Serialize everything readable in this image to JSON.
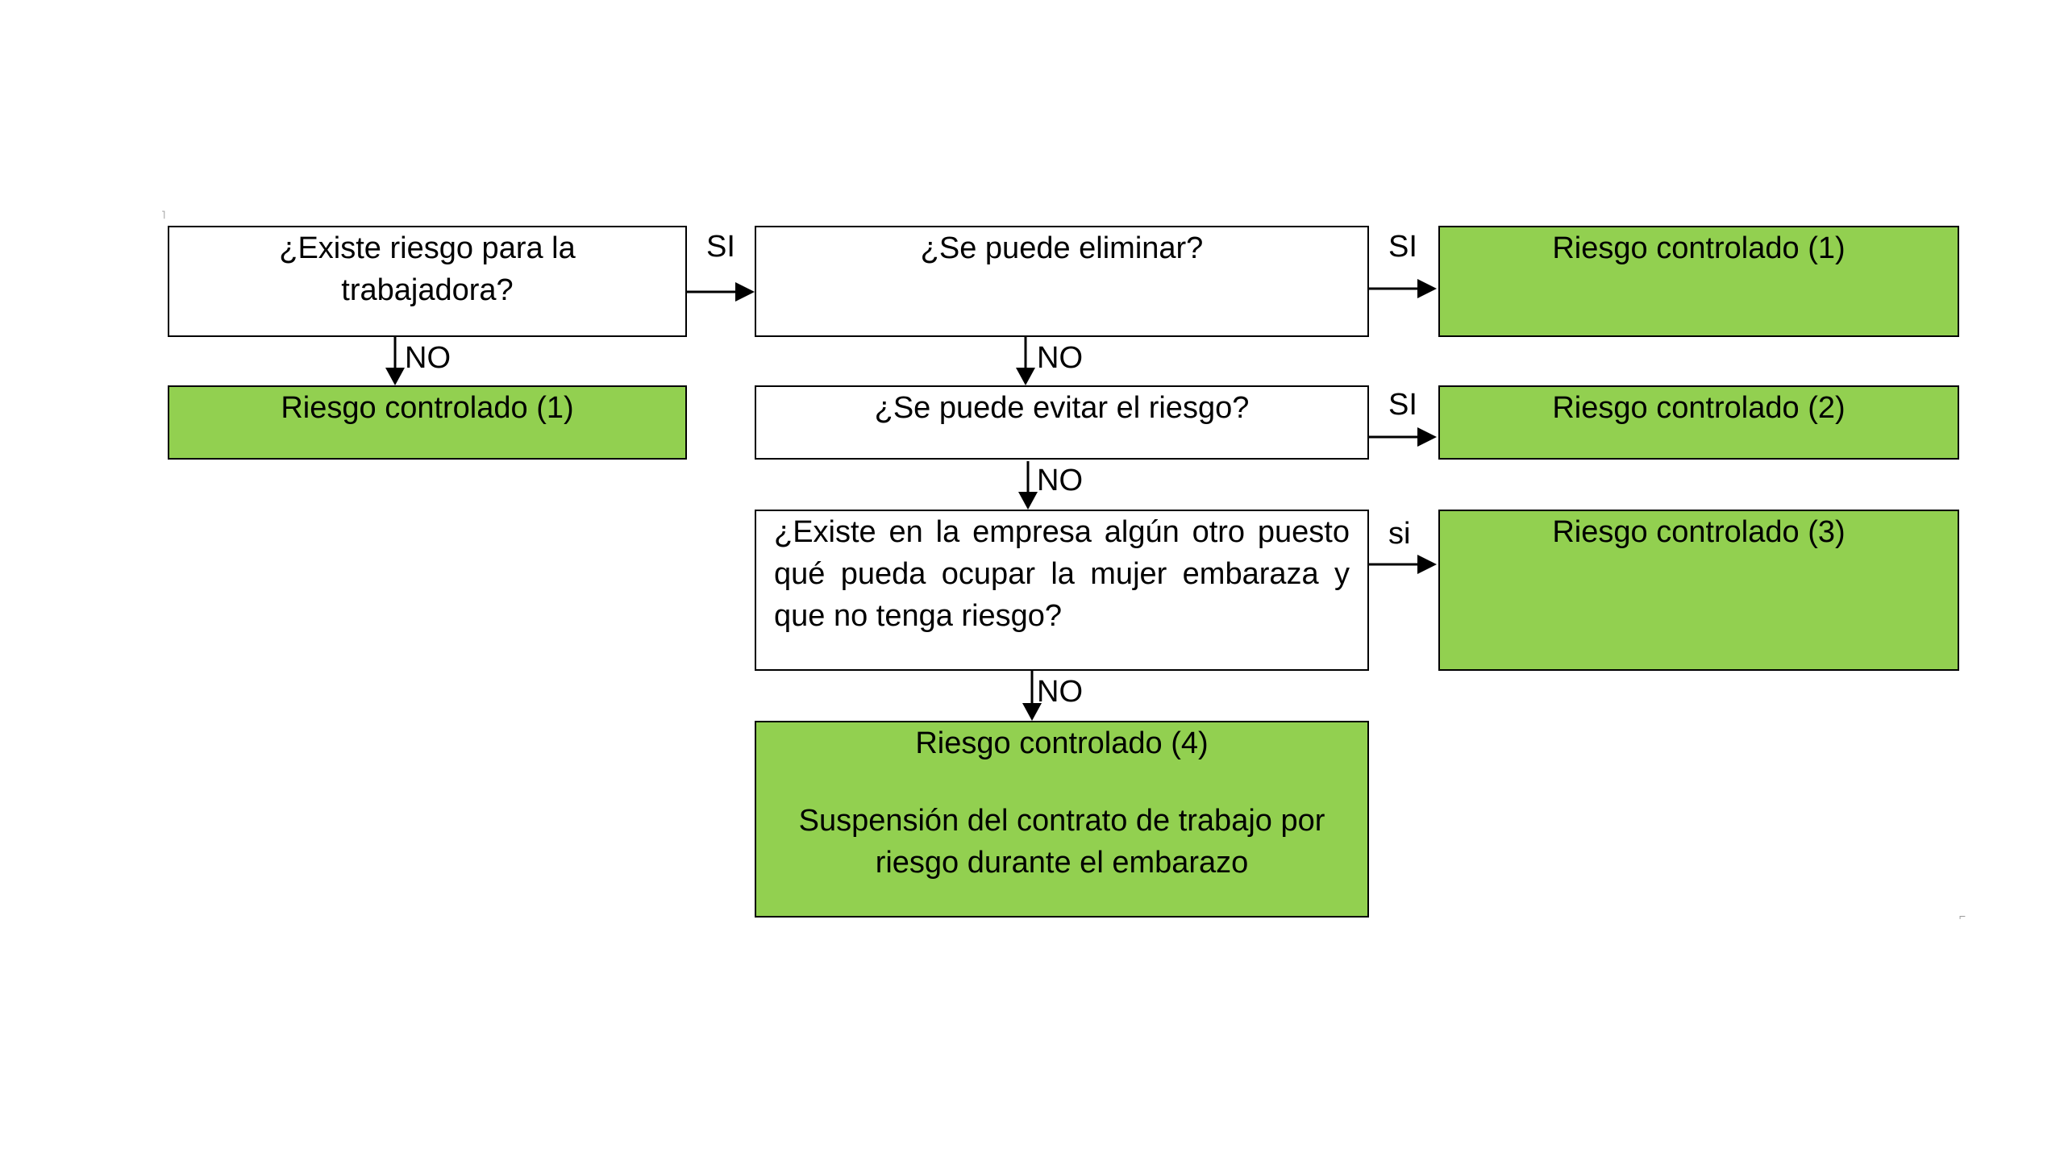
{
  "colors": {
    "box_fill": "#ffffff",
    "controlled_fill": "#92d050",
    "stroke": "#000000"
  },
  "nodes": {
    "q_risk": "¿Existe riesgo para la trabajadora?",
    "q_eliminate": "¿Se puede eliminar?",
    "q_avoid": "¿Se puede evitar el riesgo?",
    "q_other_post": "¿Existe en la empresa algún otro puesto qué pueda ocupar la mujer embaraza y que no tenga riesgo?",
    "rc1_left": "Riesgo controlado (1)",
    "rc1_right": "Riesgo controlado (1)",
    "rc2": "Riesgo controlado (2)",
    "rc3": "Riesgo controlado (3)",
    "rc4_title": "Riesgo controlado (4)",
    "rc4_body": "Suspensión del contrato de trabajo por riesgo durante el embarazo"
  },
  "edges": [
    {
      "from": "q_risk",
      "to": "q_eliminate",
      "label": "SI"
    },
    {
      "from": "q_risk",
      "to": "rc1_left",
      "label": "NO"
    },
    {
      "from": "q_eliminate",
      "to": "rc1_right",
      "label": "SI"
    },
    {
      "from": "q_eliminate",
      "to": "q_avoid",
      "label": "NO"
    },
    {
      "from": "q_avoid",
      "to": "rc2",
      "label": "SI"
    },
    {
      "from": "q_avoid",
      "to": "q_other_post",
      "label": "NO"
    },
    {
      "from": "q_other_post",
      "to": "rc3",
      "label": "si"
    },
    {
      "from": "q_other_post",
      "to": "rc4",
      "label": "NO"
    }
  ]
}
